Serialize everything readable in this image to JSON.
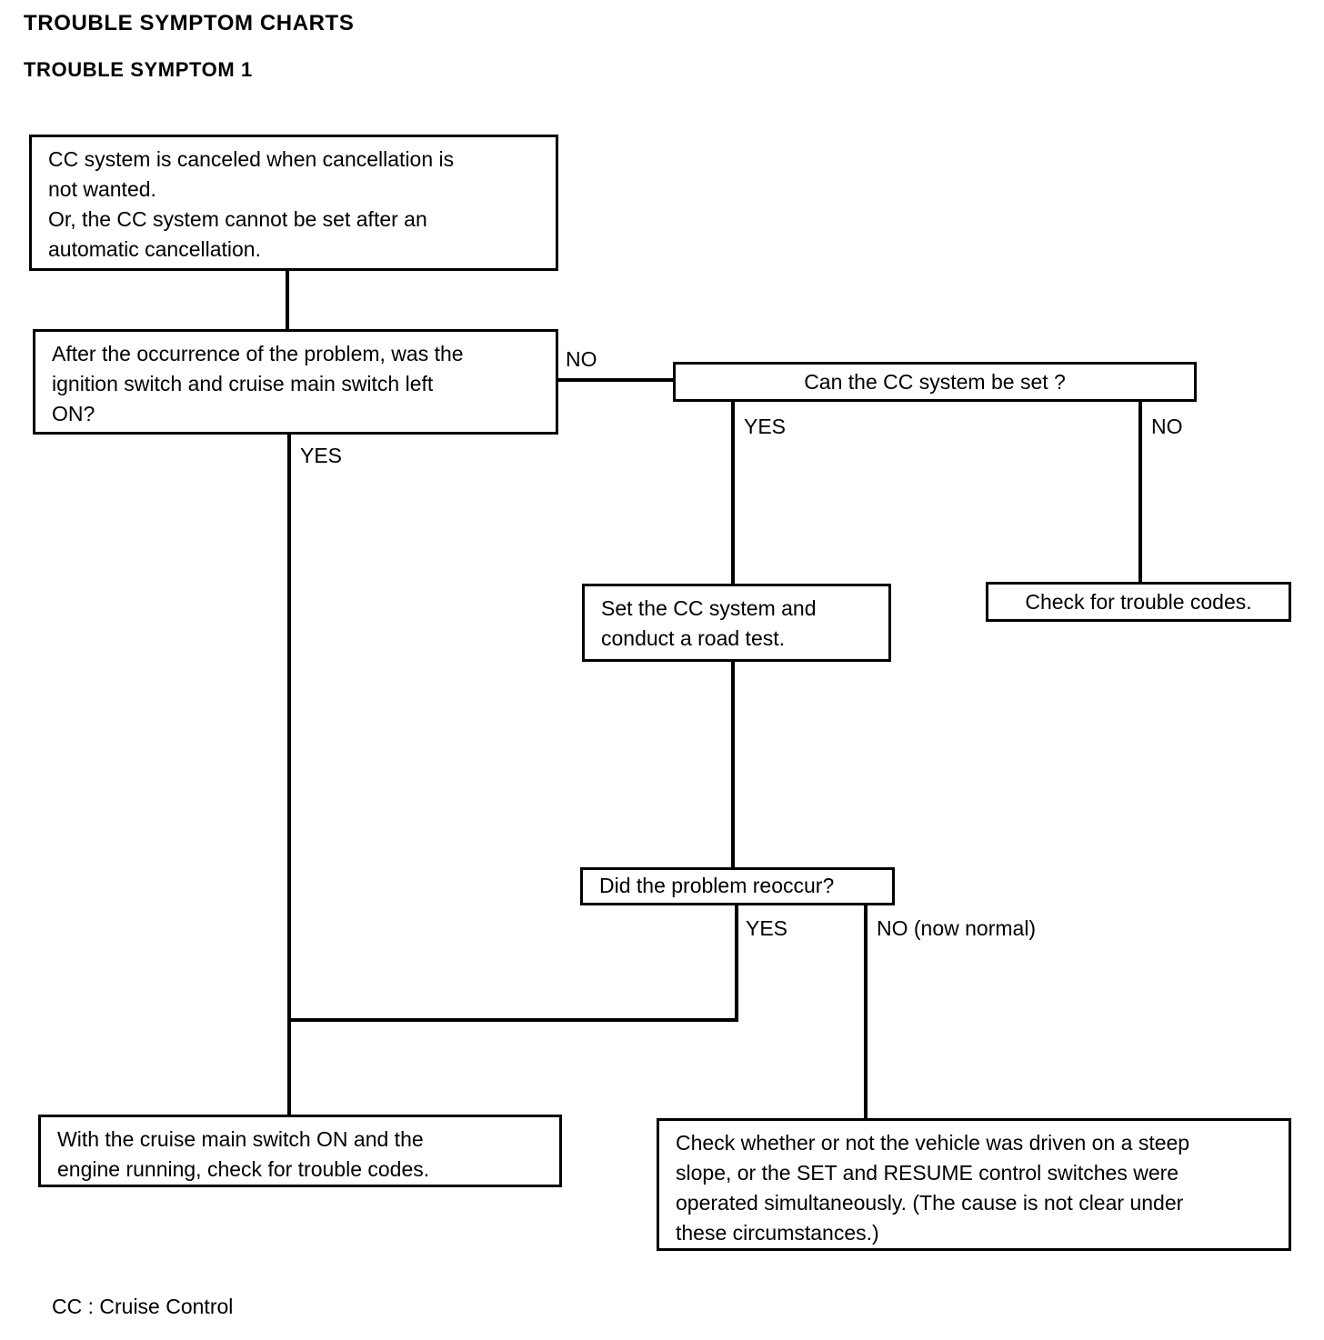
{
  "page": {
    "title_main": "TROUBLE SYMPTOM CHARTS",
    "title_sub": "TROUBLE SYMPTOM 1",
    "legend": "CC : Cruise Control",
    "background_color": "#ffffff",
    "line_color": "#000000"
  },
  "chart_data": {
    "type": "flowchart",
    "title": "TROUBLE SYMPTOM 1",
    "nodes": [
      {
        "id": "symptom",
        "kind": "statement",
        "text": "CC system is canceled when cancellation is not wanted.\nOr, the CC system cannot be set after an automatic cancellation."
      },
      {
        "id": "q-ignition",
        "kind": "question",
        "text": "After the occurrence of the problem, was the ignition switch and cruise main switch left ON?"
      },
      {
        "id": "q-can-set",
        "kind": "question",
        "text": "Can the CC system be set ?"
      },
      {
        "id": "check-codes",
        "kind": "action",
        "text": "Check for trouble codes."
      },
      {
        "id": "set-road-test",
        "kind": "action",
        "text": "Set the CC system and conduct a road test."
      },
      {
        "id": "q-reoccur",
        "kind": "question",
        "text": "Did the problem reoccur?"
      },
      {
        "id": "cruise-on-codes",
        "kind": "action",
        "text": "With the cruise main switch ON and the engine running, check for trouble codes."
      },
      {
        "id": "steep-slope",
        "kind": "action",
        "text": "Check whether or not the vehicle was driven on a steep slope, or the SET and RESUME control switches were operated simultaneously. (The cause is not clear under these circumstances.)"
      }
    ],
    "edges": [
      {
        "from": "symptom",
        "to": "q-ignition",
        "label": ""
      },
      {
        "from": "q-ignition",
        "to": "q-can-set",
        "label": "NO"
      },
      {
        "from": "q-ignition",
        "to": "cruise-on-codes",
        "label": "YES"
      },
      {
        "from": "q-can-set",
        "to": "set-road-test",
        "label": "YES"
      },
      {
        "from": "q-can-set",
        "to": "check-codes",
        "label": "NO"
      },
      {
        "from": "set-road-test",
        "to": "q-reoccur",
        "label": ""
      },
      {
        "from": "q-reoccur",
        "to": "cruise-on-codes",
        "label": "YES"
      },
      {
        "from": "q-reoccur",
        "to": "steep-slope",
        "label": "NO (now normal)"
      }
    ]
  },
  "boxes": {
    "symptom": {
      "line1": "CC system is canceled when cancellation is",
      "line2": "not wanted.",
      "line3": "Or, the CC system cannot be set after an",
      "line4": "automatic cancellation.",
      "text": "CC system is canceled when cancellation is\nnot wanted.\nOr, the CC system cannot be set after an\nautomatic cancellation."
    },
    "q_ignition": {
      "text": "After the occurrence of the problem, was the\nignition switch and cruise main switch left\nON?"
    },
    "q_can_set": {
      "text": "Can the CC system be set ?"
    },
    "check_codes": {
      "text": "Check for trouble codes."
    },
    "set_road_test": {
      "text": "Set the CC system and\nconduct a road test."
    },
    "q_reoccur": {
      "text": "Did the problem reoccur?"
    },
    "cruise_on_codes": {
      "text": "With the cruise main switch ON and the\nengine running, check for trouble codes."
    },
    "steep_slope": {
      "text": "Check whether or not the vehicle was driven on a steep\nslope, or the SET and RESUME control switches were\noperated simultaneously. (The cause is not clear under\nthese circumstances.)"
    }
  },
  "labels": {
    "ignition_no": "NO",
    "ignition_yes": "YES",
    "can_set_yes": "YES",
    "can_set_no": "NO",
    "reoccur_yes": "YES",
    "reoccur_no": "NO (now normal)"
  }
}
